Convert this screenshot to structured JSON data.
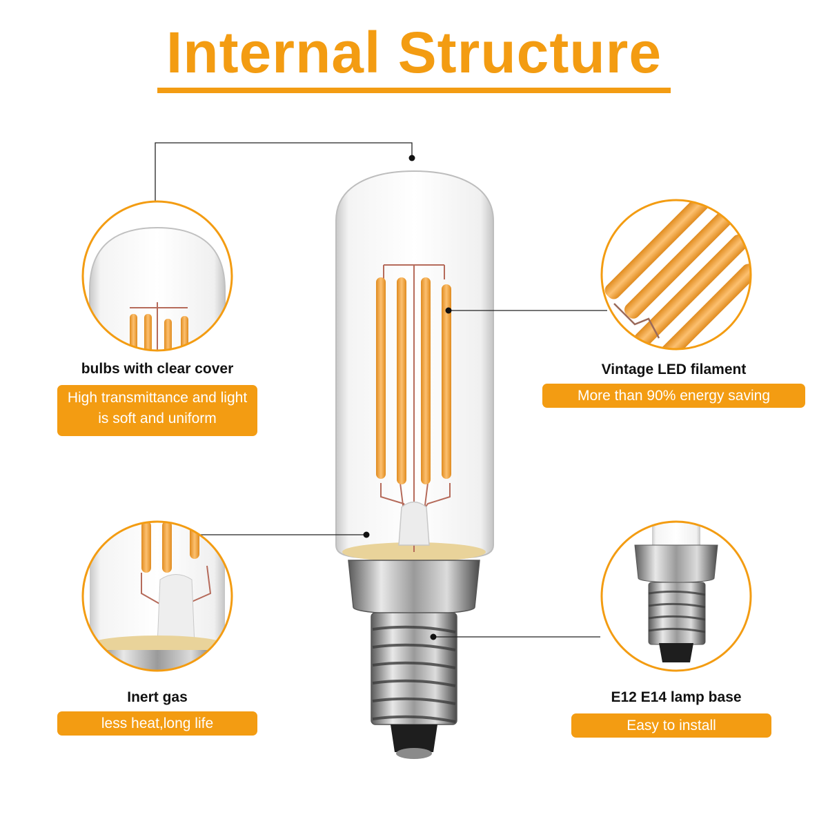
{
  "title": "Internal Structure",
  "colors": {
    "accent": "#f39c12",
    "filament": "#f5a623",
    "line": "#222222"
  },
  "callouts": {
    "cover": {
      "label": "bulbs with clear cover",
      "desc": "High transmittance and light is soft and uniform"
    },
    "filament": {
      "label": "Vintage LED filament",
      "desc": "More than 90% energy saving"
    },
    "gas": {
      "label": "Inert gas",
      "desc": "less heat,long life"
    },
    "base": {
      "label": "E12 E14 lamp base",
      "desc": "Easy to install"
    }
  }
}
